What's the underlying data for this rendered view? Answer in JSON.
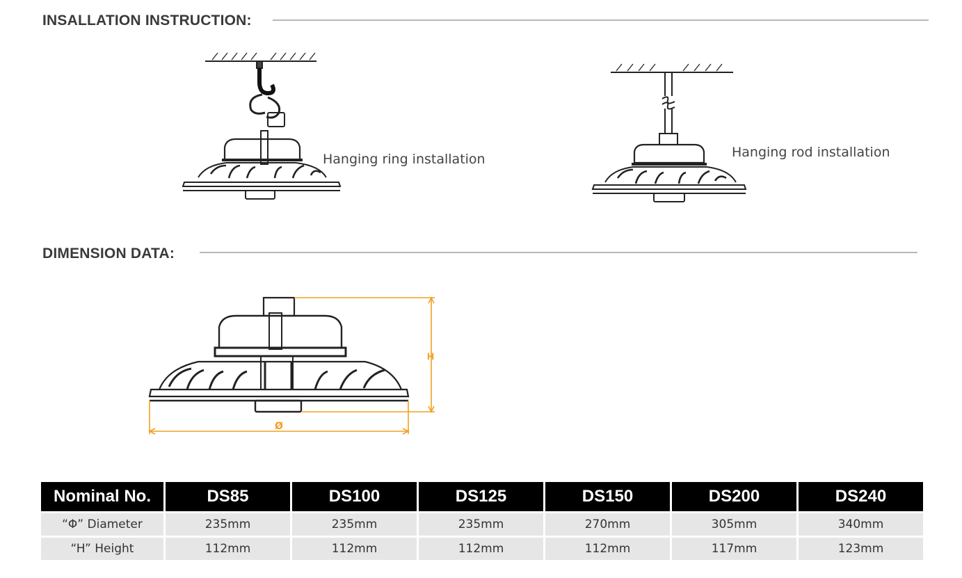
{
  "sections": {
    "installation_title": "INSALLATION INSTRUCTION:",
    "dimension_title": "DIMENSION DATA:"
  },
  "installation": {
    "ring_caption": "Hanging ring installation",
    "rod_caption": "Hanging rod installation"
  },
  "dimension_diagram": {
    "height_label": "H",
    "diameter_label": "Ø",
    "accent_color": "#f0a020"
  },
  "table": {
    "header": [
      "Nominal No.",
      "DS85",
      "DS100",
      "DS125",
      "DS150",
      "DS200",
      "DS240"
    ],
    "rows": [
      [
        "“Φ” Diameter",
        "235mm",
        "235mm",
        "235mm",
        "270mm",
        "305mm",
        "340mm"
      ],
      [
        "“H” Height",
        "112mm",
        "112mm",
        "112mm",
        "112mm",
        "117mm",
        "123mm"
      ]
    ]
  }
}
